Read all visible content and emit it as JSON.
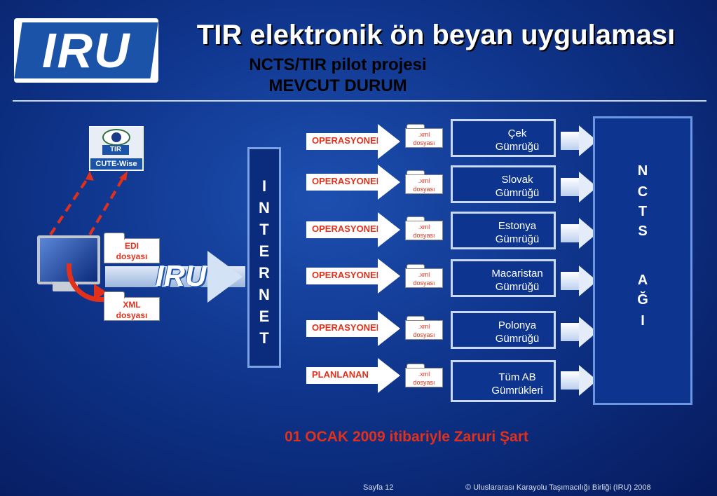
{
  "header": {
    "logo_text": "IRU",
    "title": "TIR elektronik ön beyan uygulaması",
    "subtitle_1": "NCTS/TIR pilot projesi",
    "subtitle_2": "MEVCUT DURUM"
  },
  "left": {
    "cute_badge": "TIR",
    "cute_label": "CUTE-Wise",
    "edi_1": "EDI",
    "edi_2": "dosyası",
    "xml_1": "XML",
    "xml_2": "dosyası",
    "iru_small": "IRU"
  },
  "internet_letters": [
    "I",
    "N",
    "T",
    "E",
    "R",
    "N",
    "E",
    "T"
  ],
  "rows": [
    {
      "status": "OPERASYONEL",
      "file_1": ".xml",
      "file_2": "dosyası",
      "customs_1": "Çek",
      "customs_2": "Gümrüğü"
    },
    {
      "status": "OPERASYONEL",
      "file_1": ".xml",
      "file_2": "dosyası",
      "customs_1": "Slovak",
      "customs_2": "Gümrüğü"
    },
    {
      "status": "OPERASYONEL",
      "file_1": ".xml",
      "file_2": "dosyası",
      "customs_1": "Estonya",
      "customs_2": "Gümrüğü"
    },
    {
      "status": "OPERASYONEL",
      "file_1": ".xml",
      "file_2": "dosyası",
      "customs_1": "Macaristan",
      "customs_2": "Gümrüğü"
    },
    {
      "status": "OPERASYONEL",
      "file_1": ".xml",
      "file_2": "dosyası",
      "customs_1": "Polonya",
      "customs_2": "Gümrüğü"
    },
    {
      "status": "PLANLANAN",
      "file_1": ".xml",
      "file_2": "dosyası",
      "customs_1": "Tüm  AB",
      "customs_2": "Gümrükleri"
    }
  ],
  "ncts_letters": [
    "N",
    "C",
    "T",
    "S",
    "A",
    "Ğ",
    "I"
  ],
  "note": "01 OCAK 2009 itibariyle Zaruri Şart",
  "footer": {
    "page": "Sayfa 12",
    "copyright": "© Uluslararası Karayolu Taşımacılığı Birliği (IRU) 2008"
  },
  "colors": {
    "accent_red": "#e2301a",
    "background_blue": "#0f358c"
  }
}
